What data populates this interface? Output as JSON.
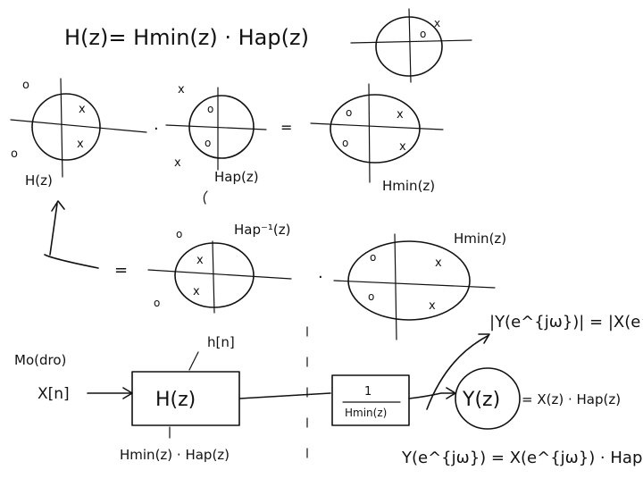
{
  "equation_top": "H(z)= Hmin(z) · Hap(z)",
  "pz_labels": {
    "h_of_z": "H(z)",
    "hap": "Hap(z)",
    "hmin": "Hmin(z)",
    "hap_inverse": "Hap⁻¹(z)",
    "hmin_2": "Hmin(z)"
  },
  "operators": {
    "dot1": "·",
    "equals1": "=",
    "equals2": "=",
    "dot2": "·"
  },
  "marks": {
    "pole": "x",
    "zero": "o"
  },
  "block_diagram": {
    "input_note": "Mo(dro)",
    "input_signal": "X[n]",
    "impulse_label": "h[n]",
    "system_block": "H(z)",
    "factor_label": "Hmin(z) · Hap(z)",
    "inverse_numerator": "1",
    "inverse_denominator": "Hmin(z)",
    "output": "Y(z)",
    "output_eq": "= X(z) · Hap(z)",
    "magnitude_eq": "|Y(e^{jω})| = |X(e^{jω})|",
    "freq_eq": "Y(e^{jω}) = X(e^{jω}) · Hap(e^{jω})"
  }
}
